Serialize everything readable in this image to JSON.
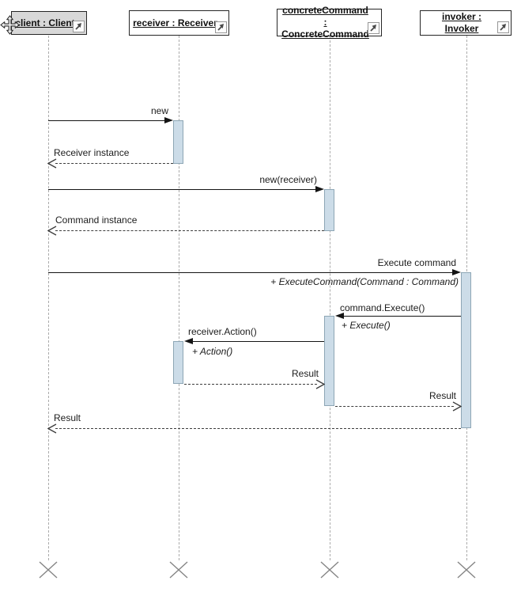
{
  "lifelines": [
    {
      "label": "client : Client",
      "selected": true
    },
    {
      "label": "receiver : Receiver"
    },
    {
      "label": "concreteCommand : ConcreteCommand"
    },
    {
      "label": "invoker : Invoker"
    }
  ],
  "messages": [
    {
      "label": "new",
      "kind": "call"
    },
    {
      "label": "Receiver instance",
      "kind": "return"
    },
    {
      "label": "new(receiver)",
      "kind": "call"
    },
    {
      "label": "Command instance",
      "kind": "return"
    },
    {
      "label": "Execute command",
      "kind": "call",
      "operation": "+ ExecuteCommand(Command : Command)"
    },
    {
      "label": "command.Execute()",
      "kind": "call",
      "operation": "+ Execute()"
    },
    {
      "label": "receiver.Action()",
      "kind": "call",
      "operation": "+ Action()"
    },
    {
      "label": "Result",
      "kind": "return"
    },
    {
      "label": "Result",
      "kind": "return"
    },
    {
      "label": "Result",
      "kind": "return"
    }
  ],
  "icons": {
    "corner": "navigate-arrow-icon",
    "cursor": "move-cursor-icon",
    "destruction": "x-mark-icon"
  },
  "colors": {
    "activation_fill": "#ccdce8",
    "activation_border": "#8da6b5",
    "selected_box_fill": "#d8d8d8",
    "lifeline_gray": "#ababab",
    "message_black": "#141414"
  }
}
